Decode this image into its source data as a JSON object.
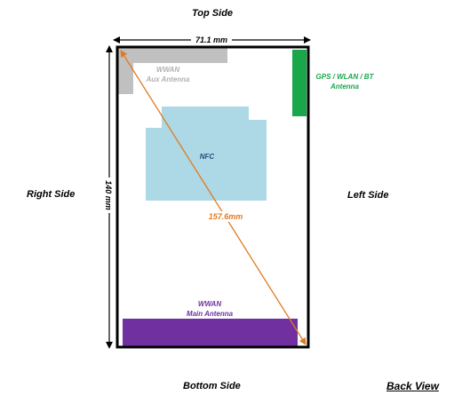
{
  "sides": {
    "top": "Top Side",
    "bottom": "Bottom Side",
    "right": "Right Side",
    "left": "Left Side"
  },
  "view_label": "Back View",
  "dimensions": {
    "width": "71.1 mm",
    "height": "140 mm",
    "diagonal": "157.6mm"
  },
  "components": {
    "wwan_aux": {
      "line1": "WWAN",
      "line2": "Aux Antenna",
      "color": "#c0c0c0",
      "text_color": "#b0b0b0"
    },
    "gps": {
      "line1": "GPS / WLAN / BT",
      "line2": "Antenna",
      "color": "#1aa64a"
    },
    "nfc": {
      "label": "NFC",
      "color": "#add8e6",
      "text_color": "#1f4e79"
    },
    "wwan_main": {
      "line1": "WWAN",
      "line2": "Main Antenna",
      "color": "#7030a0"
    }
  },
  "colors": {
    "diagonal": "#e07b20",
    "outline": "#000000"
  }
}
